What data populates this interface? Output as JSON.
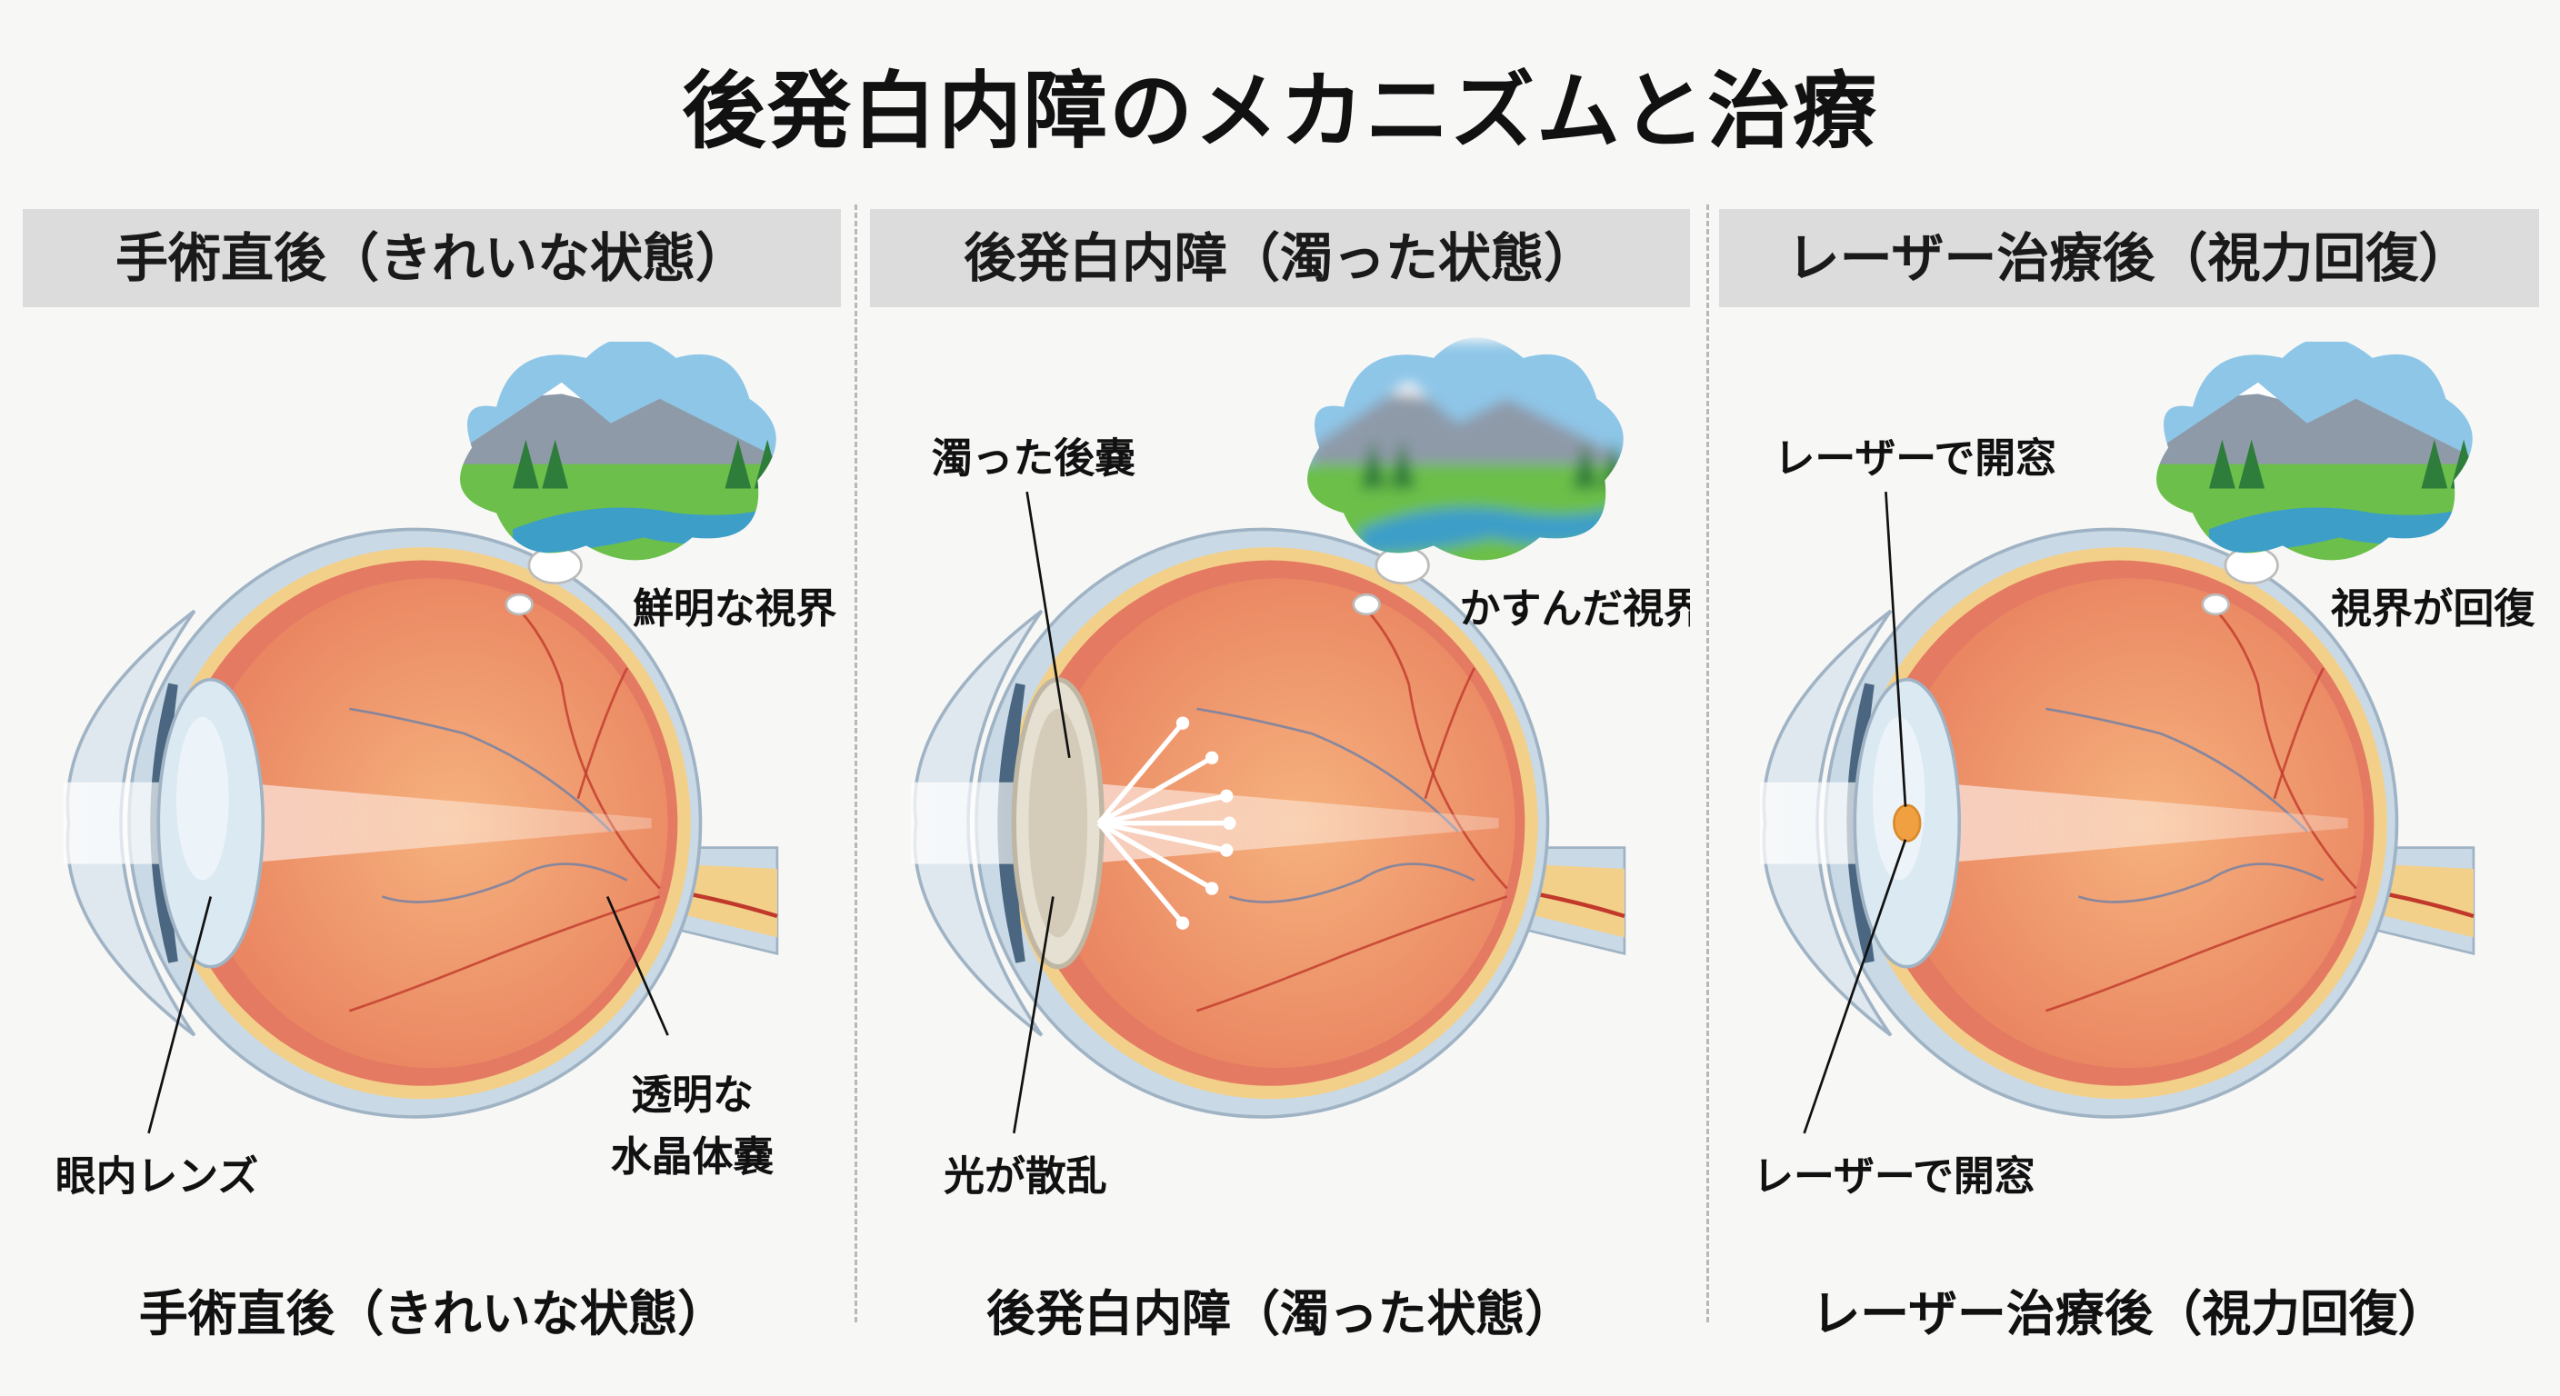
{
  "title": "後発白内障のメカニズムと治療",
  "colors": {
    "sclera": "#c9d9e6",
    "choroid": "#e47a62",
    "retina": "#f3d08a",
    "vitreous": "#f1a070",
    "lens": "#dbe9f2",
    "vessel": "#c0392b",
    "laser": "#f0a040"
  },
  "panels": [
    {
      "header": "手術直後（きれいな状態）",
      "caption": "手術直後（きれいな状態）",
      "vision": "鮮明な視界",
      "label_top": "",
      "label_bottom": "眼内レンズ",
      "label_right_1": "透明な",
      "label_right_2": "水晶体嚢",
      "state": "clear"
    },
    {
      "header": "後発白内障（濁った状態）",
      "caption": "後発白内障（濁った状態）",
      "vision": "かすんだ視界",
      "label_top": "濁った後嚢",
      "label_bottom": "光が散乱",
      "state": "cloudy"
    },
    {
      "header": "レーザー治療後（視力回復）",
      "caption": "レーザー治療後（視力回復）",
      "vision": "視界が回復",
      "label_top": "レーザーで開窓",
      "label_bottom": "レーザーで開窓",
      "state": "laser"
    }
  ]
}
